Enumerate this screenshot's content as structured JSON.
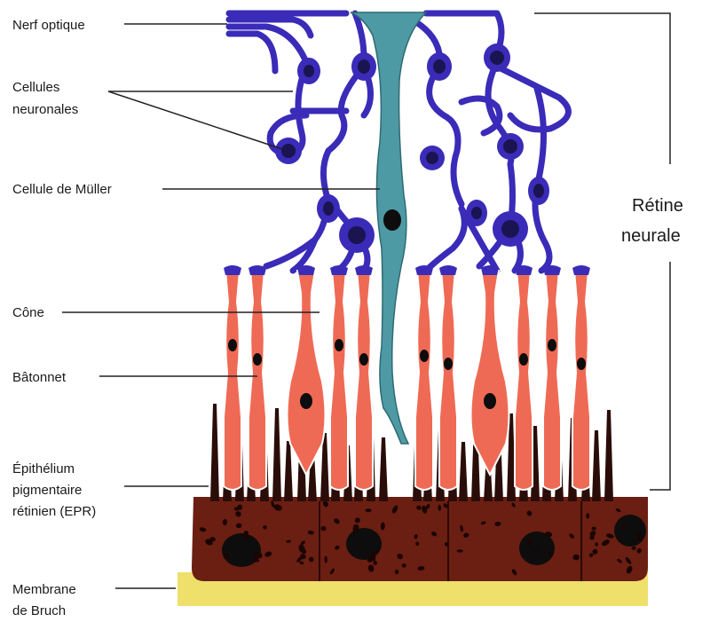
{
  "labels": {
    "nerf_optique": "Nerf optique",
    "cellules_neuronales_1": "Cellules",
    "cellules_neuronales_2": "neuronales",
    "cellule_muller": "Cellule de Müller",
    "cone": "Cône",
    "batonnet": "Bâtonnet",
    "epr_1": "Épithélium",
    "epr_2": "pigmentaire",
    "epr_3": "rétinien (EPR)",
    "bruch_1": "Membrane",
    "bruch_2": "de Bruch",
    "retine_1": "Rétine",
    "retine_2": "neurale"
  },
  "colors": {
    "neuron": "#3a2bb8",
    "neuron_nucleus": "#1a1450",
    "muller": "#4e9aa4",
    "photoreceptor": "#ef6a55",
    "photoreceptor_outline": "#ffffff",
    "epr": "#6b1e12",
    "epr_dark": "#3a0d07",
    "bruch": "#eee06a",
    "leader_line": "#222222"
  }
}
